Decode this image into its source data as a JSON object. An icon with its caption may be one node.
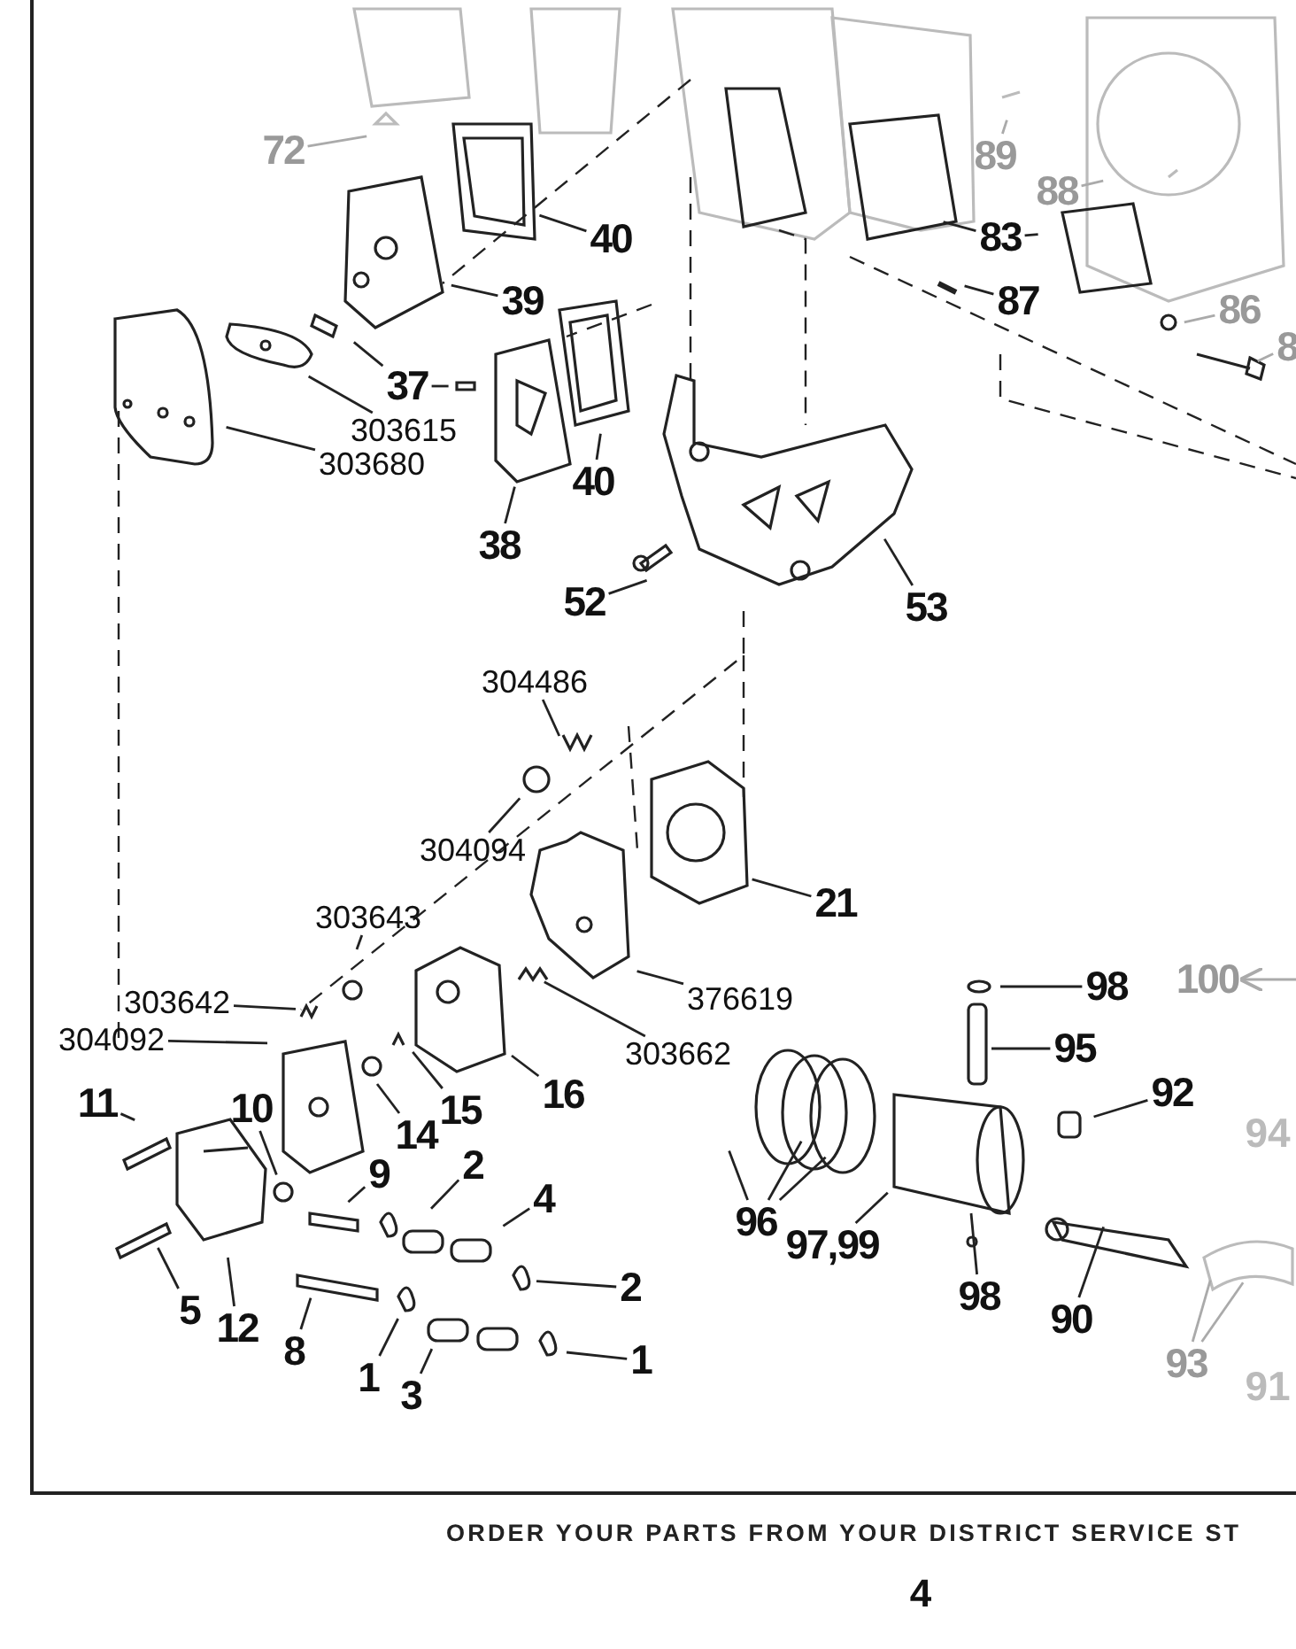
{
  "diagram": {
    "caption": "ORDER YOUR PARTS FROM YOUR DISTRICT SERVICE ST",
    "nodes": [
      {
        "text": [
          "72"
        ]
      },
      {
        "text": [
          "89"
        ]
      },
      {
        "text": [
          "40"
        ]
      },
      {
        "text": [
          "88"
        ]
      },
      {
        "text": [
          "83"
        ]
      },
      {
        "text": [
          "39"
        ]
      },
      {
        "text": [
          "87"
        ]
      },
      {
        "text": [
          "86"
        ]
      },
      {
        "text": [
          "8"
        ]
      },
      {
        "text": [
          "37"
        ]
      },
      {
        "text": [
          "303615"
        ]
      },
      {
        "text": [
          "303680"
        ]
      },
      {
        "text": [
          "40"
        ]
      },
      {
        "text": [
          "38"
        ]
      },
      {
        "text": [
          "52"
        ]
      },
      {
        "text": [
          "53"
        ]
      },
      {
        "text": [
          "304486"
        ]
      },
      {
        "text": [
          "304094"
        ]
      },
      {
        "text": [
          "21"
        ]
      },
      {
        "text": [
          "303643"
        ]
      },
      {
        "text": [
          "303642"
        ]
      },
      {
        "text": [
          "376619"
        ]
      },
      {
        "text": [
          "304092"
        ]
      },
      {
        "text": [
          "16"
        ]
      },
      {
        "text": [
          "303662"
        ]
      },
      {
        "text": [
          "15"
        ]
      },
      {
        "text": [
          "14"
        ]
      },
      {
        "text": [
          "98"
        ]
      },
      {
        "text": [
          "95"
        ]
      },
      {
        "text": [
          "92"
        ]
      },
      {
        "text": [
          "100"
        ]
      },
      {
        "text": [
          "11"
        ]
      },
      {
        "text": [
          "10"
        ]
      },
      {
        "text": [
          "9"
        ]
      },
      {
        "text": [
          "2"
        ]
      },
      {
        "text": [
          "4"
        ]
      },
      {
        "text": [
          "2"
        ]
      },
      {
        "text": [
          "5"
        ]
      },
      {
        "text": [
          "12"
        ]
      },
      {
        "text": [
          "8"
        ]
      },
      {
        "text": [
          "1"
        ]
      },
      {
        "text": [
          "3"
        ]
      },
      {
        "text": [
          "1"
        ]
      },
      {
        "text": [
          "96"
        ]
      },
      {
        "text": [
          "97,99"
        ]
      },
      {
        "text": [
          "98"
        ]
      },
      {
        "text": [
          "90"
        ]
      },
      {
        "text": [
          "93"
        ]
      }
    ],
    "edges": [
      {
        "from": 0,
        "to": null,
        "arrow": "none",
        "color": "#aaaaaa"
      },
      {
        "from": 1,
        "to": null,
        "arrow": "none",
        "color": "#aaaaaa"
      },
      {
        "from": 2,
        "to": null,
        "arrow": "none"
      },
      {
        "from": 3,
        "to": null,
        "arrow": "none",
        "color": "#aaaaaa"
      },
      {
        "from": 4,
        "to": null,
        "arrow": "none"
      },
      {
        "from": 4,
        "to": null,
        "arrow": "none"
      },
      {
        "from": 5,
        "to": null,
        "arrow": "none"
      },
      {
        "from": 6,
        "to": null,
        "arrow": "none"
      },
      {
        "from": 7,
        "to": null,
        "arrow": "none",
        "color": "#aaaaaa"
      },
      {
        "from": 8,
        "to": null,
        "arrow": "none",
        "color": "#aaaaaa"
      },
      {
        "from": 9,
        "to": null,
        "arrow": "none"
      },
      {
        "from": 9,
        "to": null,
        "arrow": "none"
      },
      {
        "from": 10,
        "to": null,
        "arrow": "none"
      },
      {
        "from": 11,
        "to": null,
        "arrow": "none"
      },
      {
        "from": 12,
        "to": null,
        "arrow": "none"
      },
      {
        "from": 13,
        "to": null,
        "arrow": "none"
      },
      {
        "from": 14,
        "to": null,
        "arrow": "none"
      },
      {
        "from": 15,
        "to": null,
        "arrow": "none"
      },
      {
        "from": 16,
        "to": null,
        "arrow": "none"
      },
      {
        "from": 17,
        "to": null,
        "arrow": "none"
      },
      {
        "from": 18,
        "to": null,
        "arrow": "none"
      },
      {
        "from": 19,
        "to": null,
        "arrow": "none"
      },
      {
        "from": 20,
        "to": null,
        "arrow": "none"
      },
      {
        "from": 21,
        "to": null,
        "arrow": "none"
      },
      {
        "from": 22,
        "to": null,
        "arrow": "none"
      },
      {
        "from": 23,
        "to": null,
        "arrow": "none"
      },
      {
        "from": 24,
        "to": null,
        "arrow": "none"
      },
      {
        "from": 25,
        "to": null,
        "arrow": "none"
      },
      {
        "from": 26,
        "to": null,
        "arrow": "none"
      },
      {
        "from": 27,
        "to": null,
        "arrow": "none"
      },
      {
        "from": 28,
        "to": null,
        "arrow": "none"
      },
      {
        "from": 29,
        "to": null,
        "arrow": "none"
      },
      {
        "from": null,
        "to": 30,
        "arrow": "to",
        "color": "#aaaaaa"
      },
      {
        "from": 31,
        "to": null,
        "arrow": "none"
      },
      {
        "from": 32,
        "to": null,
        "arrow": "none"
      },
      {
        "from": 33,
        "to": null,
        "arrow": "none"
      },
      {
        "from": 34,
        "to": null,
        "arrow": "none"
      },
      {
        "from": 35,
        "to": null,
        "arrow": "none"
      },
      {
        "from": 36,
        "to": null,
        "arrow": "none"
      },
      {
        "from": 37,
        "to": null,
        "arrow": "none"
      },
      {
        "from": 38,
        "to": null,
        "arrow": "none"
      },
      {
        "from": 39,
        "to": null,
        "arrow": "none"
      },
      {
        "from": 40,
        "to": null,
        "arrow": "none"
      },
      {
        "from": 41,
        "to": null,
        "arrow": "none"
      },
      {
        "from": 42,
        "to": null,
        "arrow": "none"
      },
      {
        "from": 43,
        "to": null,
        "arrow": "none"
      },
      {
        "from": 43,
        "to": null,
        "arrow": "none"
      },
      {
        "from": 43,
        "to": null,
        "arrow": "none"
      },
      {
        "from": 44,
        "to": null,
        "arrow": "none"
      },
      {
        "from": 45,
        "to": null,
        "arrow": "none"
      },
      {
        "from": 46,
        "to": null,
        "arrow": "none"
      },
      {
        "from": 47,
        "to": null,
        "arrow": "none",
        "color": "#aaaaaa"
      },
      {
        "from": 47,
        "to": null,
        "arrow": "none",
        "color": "#aaaaaa"
      }
    ],
    "labels": [
      "94",
      "91",
      "4"
    ]
  }
}
